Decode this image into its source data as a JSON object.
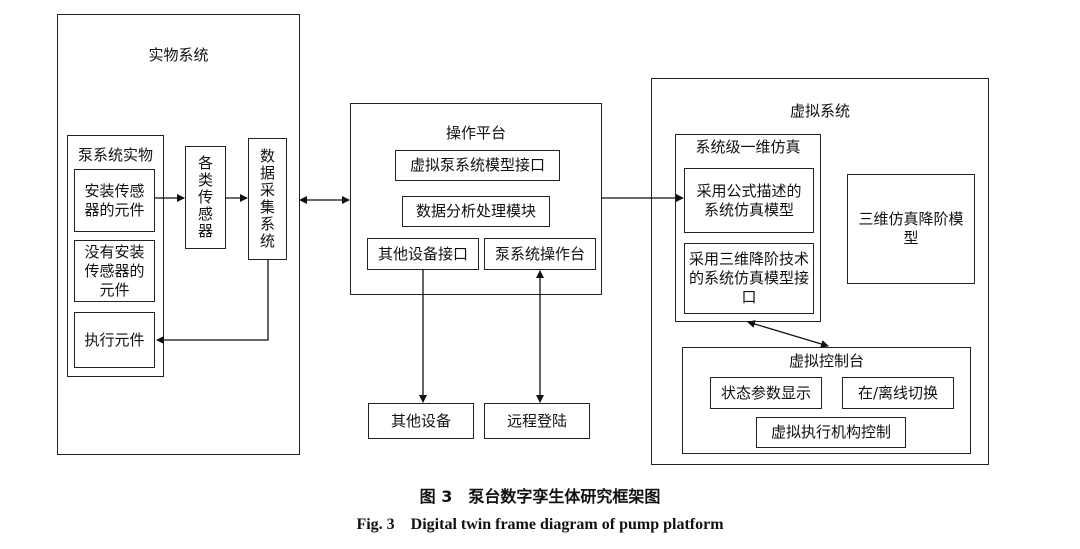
{
  "physical": {
    "title": "实物系统",
    "pump_entity": {
      "title": "泵系统实物",
      "installed": "安装传感器的元件",
      "not_installed": "没有安装传感器的元件",
      "actuator": "执行元件"
    },
    "sensors": "各类传感器",
    "daq": "数据采集系统"
  },
  "platform": {
    "title": "操作平台",
    "virtual_interface": "虚拟泵系统模型接口",
    "analysis": "数据分析处理模块",
    "other_interface": "其他设备接口",
    "console": "泵系统操作台"
  },
  "external": {
    "other_devices": "其他设备",
    "remote_login": "远程登陆"
  },
  "virtual": {
    "title": "虚拟系统",
    "sim_1d": {
      "title": "系统级一维仿真",
      "formula_model": "采用公式描述的系统仿真模型",
      "reduced_interface": "采用三维降阶技术的系统仿真模型接口"
    },
    "sim_3d": "三维仿真降阶模型",
    "console": {
      "title": "虚拟控制台",
      "status": "状态参数显示",
      "online": "在/离线切换",
      "actuator_ctrl": "虚拟执行机构控制"
    }
  },
  "caption": {
    "cn": "图 3　泵台数字孪生体研究框架图",
    "en": "Fig. 3　Digital twin frame diagram of pump platform"
  }
}
